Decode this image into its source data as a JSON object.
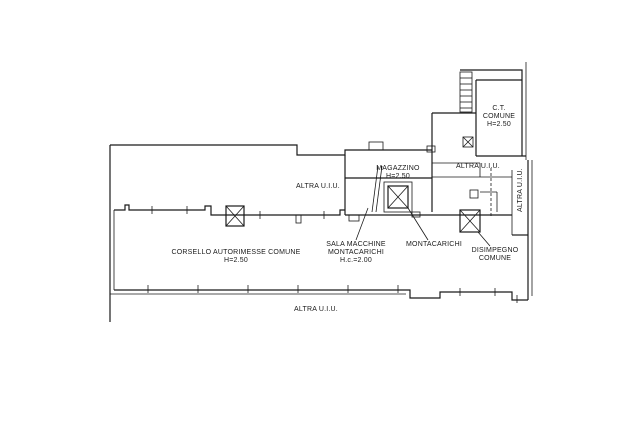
{
  "labels": {
    "ct": "C.T.",
    "ct_sub": "COMUNE",
    "ct_h": "H=2.50",
    "altra_top_left": "ALTRA U.I.U.",
    "magazzino": "MAGAZZINO",
    "magazzino_h": "H=2.50",
    "altra_mid": "ALTRA U.I.U.",
    "altra_right": "ALTRA U.I.U.",
    "corsello": "CORSELLO AUTORIMESSE COMUNE",
    "corsello_h": "H=2.50",
    "sala_1": "SALA MACCHINE",
    "sala_2": "MONTACARICHI",
    "sala_h": "H.c.=2.00",
    "montacarichi": "MONTACARICHI",
    "disimpegno_1": "DISIMPEGNO",
    "disimpegno_2": "COMUNE",
    "altra_bottom": "ALTRA U.I.U."
  }
}
